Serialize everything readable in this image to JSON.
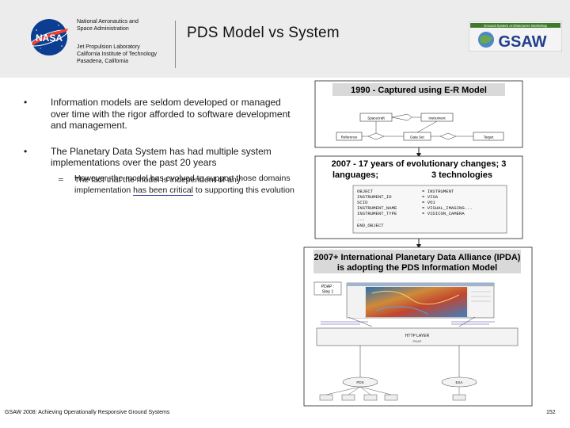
{
  "header": {
    "org_line1": "National Aeronautics and",
    "org_line2": "Space Administration",
    "lab_line1": "Jet Propulsion Laboratory",
    "lab_line2": "California Institute of Technology",
    "lab_line3": "Pasadena, California",
    "title": "PDS Model vs System",
    "nasa_logo_text": "NASA",
    "gsaw_logo_text": "GSAW",
    "gsaw_logo_subtitle": "Ground System Architectures Workshop"
  },
  "bullets": [
    {
      "text": "Information models are seldom developed or managed over time with the rigor afforded to software development and management."
    },
    {
      "text": "The Planetary Data System has had multiple system implementations over the past 20 years"
    }
  ],
  "sub_bullets": [
    {
      "text": "However, the model has evolved to support those domains"
    },
    {
      "text_before": "The fact that the model is independent of any implementation ",
      "text_underlined": "has been critical",
      "text_after": " to supporting this evolution"
    }
  ],
  "diagram": {
    "box1_title": "1990 - Captured using E-R Model",
    "er_entities": [
      "Spacecraft",
      "Instrument",
      "Reference",
      "Data Set",
      "Target"
    ],
    "box2_title_line1": "2007 - 17 years of evolutionary changes; 3",
    "box2_title_line2a": "languages;",
    "box2_title_line2b": "3 technologies",
    "code_lines": [
      [
        "OBJECT",
        "= INSTRUMENT"
      ],
      [
        "INSTRUMENT_ID",
        "= VISA"
      ],
      [
        "SCID",
        "= VO1"
      ],
      [
        "INSTRUMENT_NAME",
        "= VISUAL_IMAGING..."
      ],
      [
        "INSTRUMENT_TYPE",
        "= VIDICON_CAMERA"
      ],
      [
        "...",
        ""
      ],
      [
        "END_OBJECT",
        ""
      ]
    ],
    "box3_title_line1": "2007+ International Planetary Data Alliance (IPDA)",
    "box3_title_line2": "is adopting the PDS Information Model",
    "pdap_label_line1": "PDAP :",
    "pdap_label_line2": "Step 1",
    "http_layer": "HTTP LAYER",
    "pdap_small": "PDAP",
    "pds_node": "PDS",
    "esa_node": "ESA"
  },
  "footer": {
    "text": "GSAW 2008: Achieving Operationally Responsive Ground Systems",
    "page": "152"
  },
  "colors": {
    "header_bg": "#ececec",
    "nasa_blue": "#0b3d91",
    "nasa_red": "#fc3d21",
    "gsaw_blue": "#1f3f8c",
    "gsaw_green": "#3f7a2a",
    "title_box_bg": "#d9d9d9"
  }
}
